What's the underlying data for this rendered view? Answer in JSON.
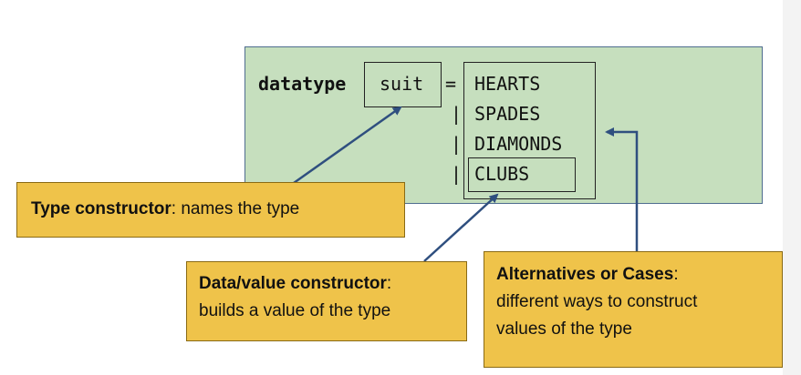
{
  "code": {
    "keyword": "datatype",
    "type_name": "suit",
    "equals": "=",
    "separator": "|",
    "constructors": [
      "HEARTS",
      "SPADES",
      "DIAMONDS",
      "CLUBS"
    ]
  },
  "callouts": {
    "type_constructor": {
      "term": "Type constructor",
      "description": ": names the type"
    },
    "data_constructor": {
      "term": "Data/value constructor",
      "colon": ":",
      "description": "builds a value of the type"
    },
    "alternatives": {
      "term": "Alternatives or Cases",
      "colon": ":",
      "line1": "different ways to construct",
      "line2": "values of the type"
    }
  },
  "colors": {
    "panel": "#c6dfbe",
    "callout": "#efc34a",
    "arrow": "#2f4f7f"
  }
}
